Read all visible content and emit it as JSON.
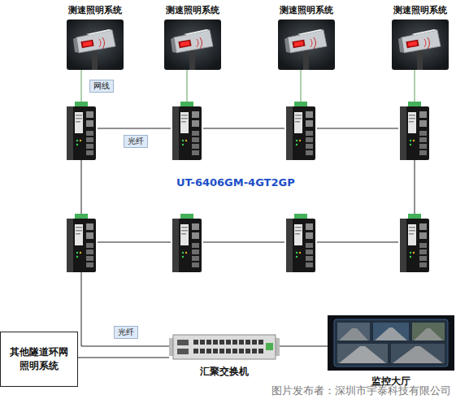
{
  "diagram": {
    "nodes": [
      {
        "text": [
          "测速照明系统"
        ]
      },
      {
        "text": [
          "测速照明系统"
        ]
      },
      {
        "text": [
          "测速照明系统"
        ]
      },
      {
        "text": [
          "测速照明系统"
        ]
      },
      {
        "text": [
          "其他隧道环网照明系统"
        ]
      },
      {
        "text": [
          "汇聚交换机"
        ]
      },
      {
        "text": [
          "监控大厅"
        ]
      }
    ],
    "edges": [
      {
        "from": 4,
        "to": 5,
        "arrow": "none"
      },
      {
        "from": 5,
        "to": 6,
        "arrow": "none"
      }
    ],
    "labels": [
      "网线",
      "光纤",
      "UT-6406GM-4GT2GP",
      "光纤",
      "图片发布者：深圳市宇泰科技有限公司"
    ]
  }
}
